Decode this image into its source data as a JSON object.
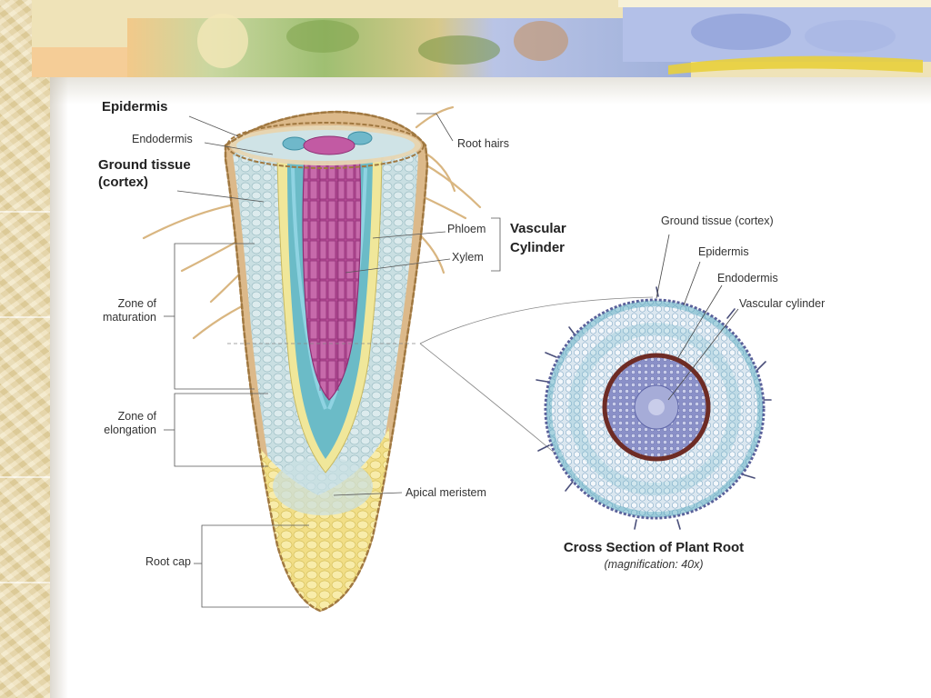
{
  "labels": {
    "epidermis": "Epidermis",
    "endodermis": "Endodermis",
    "ground_tissue_line1": "Ground tissue",
    "ground_tissue_line2": "(cortex)",
    "root_hairs": "Root hairs",
    "phloem": "Phloem",
    "xylem": "Xylem",
    "vascular_line1": "Vascular",
    "vascular_line2": "Cylinder",
    "zone_maturation_line1": "Zone of",
    "zone_maturation_line2": "maturation",
    "zone_elongation_line1": "Zone of",
    "zone_elongation_line2": "elongation",
    "apical_meristem": "Apical meristem",
    "root_cap": "Root cap"
  },
  "cross_section": {
    "ground_tissue": "Ground tissue (cortex)",
    "epidermis": "Epidermis",
    "endodermis": "Endodermis",
    "vascular_cylinder": "Vascular cylinder",
    "caption_title": "Cross Section of Plant Root",
    "caption_sub": "(magnification: 40x)"
  },
  "colors": {
    "cortex": "#c6dde0",
    "xylem": "#b04a94",
    "phloem": "#5cb6cc",
    "root_cap": "#f3e38c",
    "epidermis": "#dcb98a",
    "endodermis_ring": "#7a2e25",
    "stele": "#7c84bf"
  }
}
